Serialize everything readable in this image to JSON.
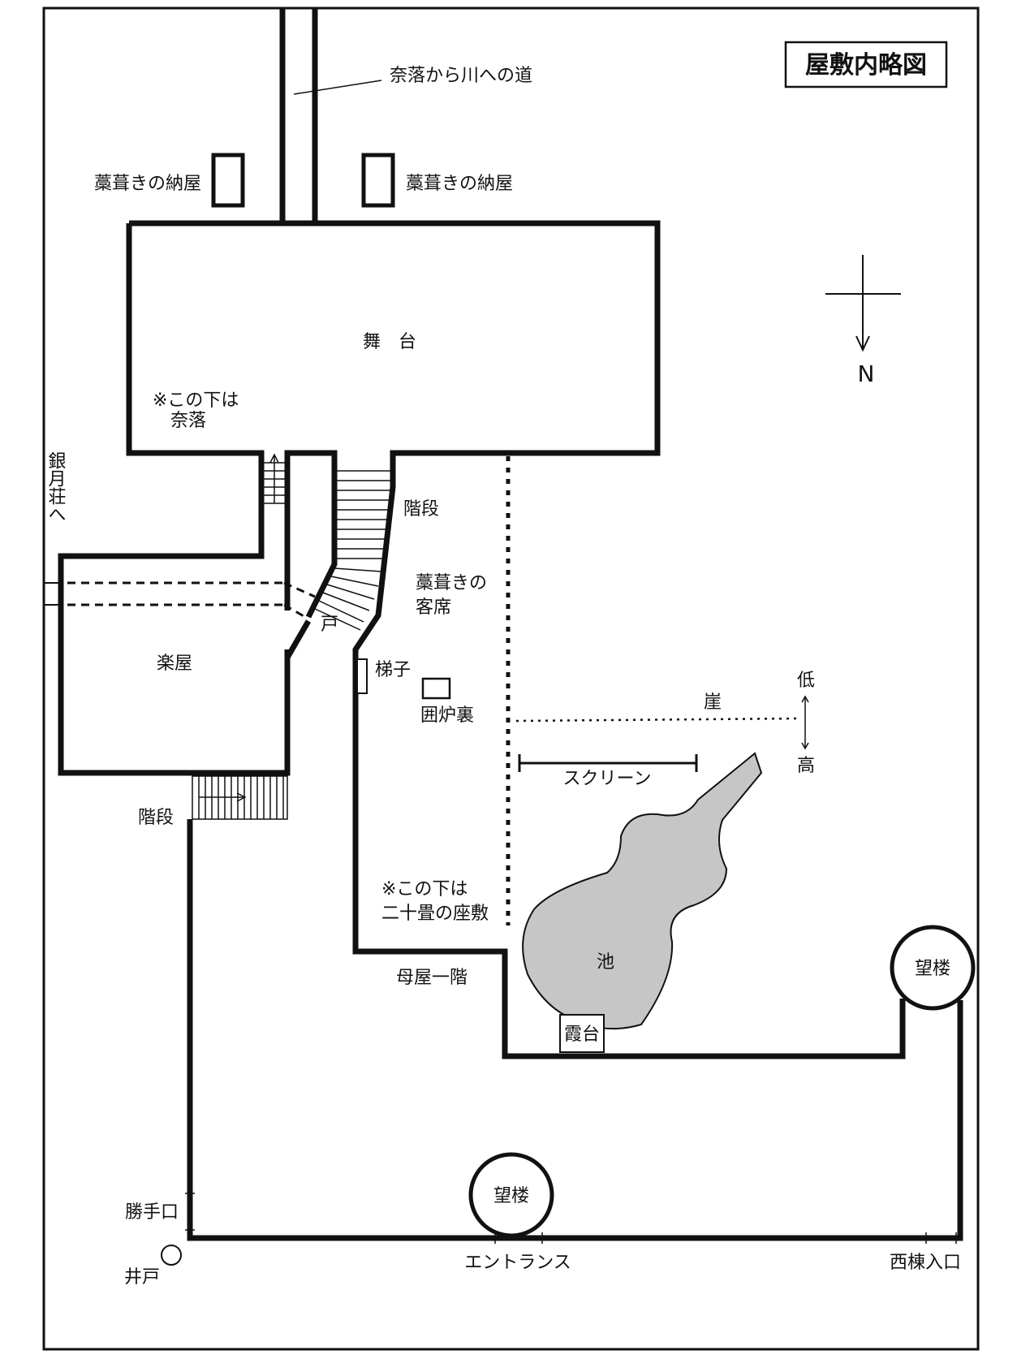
{
  "title": "屋敷内略図",
  "colors": {
    "line": "#111111",
    "pond": "#c8c8c8",
    "background": "#ffffff"
  },
  "compass": {
    "north": "N"
  },
  "labels": {
    "road": "奈落から川への道",
    "shed_left": "藁葺きの納屋",
    "shed_right": "藁葺きの納屋",
    "stage": "舞　台",
    "under_stage_1": "※この下は",
    "under_stage_2": "奈落",
    "to_ginge": "銀月荘へ",
    "stairs_main": "階段",
    "seats_1": "藁葺きの",
    "seats_2": "客席",
    "door": "戸",
    "greenroom": "楽屋",
    "ladder": "梯子",
    "hearth": "囲炉裏",
    "cliff": "崖",
    "low": "低",
    "high": "高",
    "screen": "スクリーン",
    "stairs_lower": "階段",
    "under_seats_1": "※この下は",
    "under_seats_2": "二十畳の座敷",
    "pond": "池",
    "main_house": "母屋一階",
    "kasumidai": "霞台",
    "tower_east": "望楼",
    "tower_south": "望楼",
    "back_door": "勝手口",
    "well": "井戸",
    "entrance": "エントランス",
    "west_entrance": "西棟入口"
  }
}
